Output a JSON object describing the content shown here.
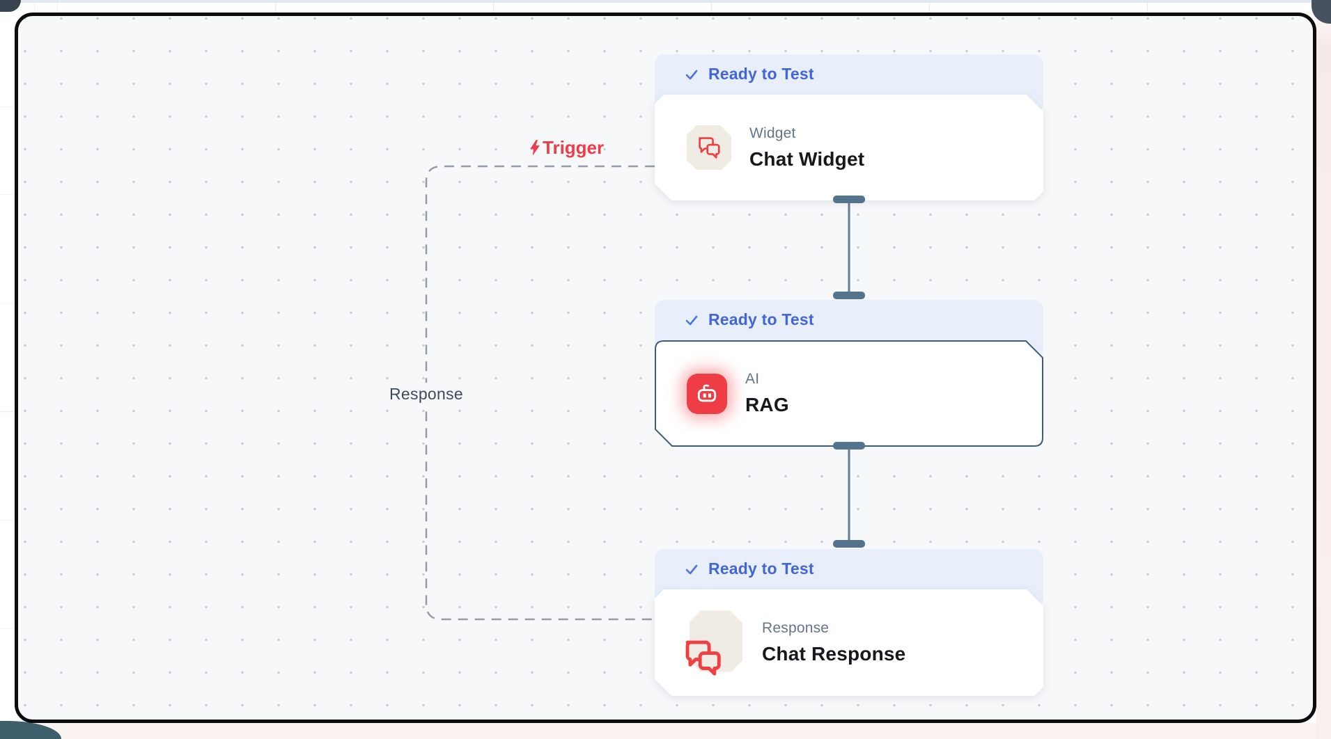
{
  "edges": {
    "trigger_label": "Trigger",
    "response_label": "Response"
  },
  "nodes": [
    {
      "status": "Ready to Test",
      "category": "Widget",
      "title": "Chat Widget",
      "icon": "chat-bubbles-icon",
      "selected": false
    },
    {
      "status": "Ready to Test",
      "category": "AI",
      "title": "RAG",
      "icon": "robot-icon",
      "selected": true
    },
    {
      "status": "Ready to Test",
      "category": "Response",
      "title": "Chat Response",
      "icon": "chat-bubbles-icon",
      "selected": false
    }
  ],
  "colors": {
    "status_blue": "#4166d8",
    "badge_bg": "#e9eefb",
    "node_red": "#ee3d44",
    "edge_slate": "#5d7d99",
    "handle_slate": "#54748e",
    "dash_gray": "#959ca6",
    "canvas_bg": "#f7f8fa",
    "selected_border": "#3f5c77"
  }
}
